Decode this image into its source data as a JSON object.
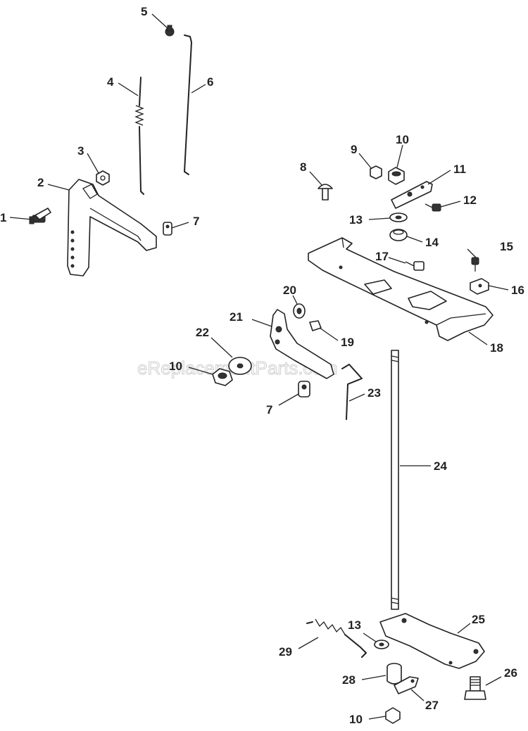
{
  "watermark": "eReplacementParts.com",
  "callouts": [
    {
      "id": "c1",
      "num": "1"
    },
    {
      "id": "c2",
      "num": "2"
    },
    {
      "id": "c3",
      "num": "3"
    },
    {
      "id": "c4",
      "num": "4"
    },
    {
      "id": "c5",
      "num": "5"
    },
    {
      "id": "c6",
      "num": "6"
    },
    {
      "id": "c7a",
      "num": "7"
    },
    {
      "id": "c8",
      "num": "8"
    },
    {
      "id": "c9",
      "num": "9"
    },
    {
      "id": "c10a",
      "num": "10"
    },
    {
      "id": "c11",
      "num": "11"
    },
    {
      "id": "c12",
      "num": "12"
    },
    {
      "id": "c13a",
      "num": "13"
    },
    {
      "id": "c14",
      "num": "14"
    },
    {
      "id": "c15",
      "num": "15"
    },
    {
      "id": "c16",
      "num": "16"
    },
    {
      "id": "c17",
      "num": "17"
    },
    {
      "id": "c18",
      "num": "18"
    },
    {
      "id": "c19",
      "num": "19"
    },
    {
      "id": "c20",
      "num": "20"
    },
    {
      "id": "c21",
      "num": "21"
    },
    {
      "id": "c22",
      "num": "22"
    },
    {
      "id": "c10b",
      "num": "10"
    },
    {
      "id": "c7b",
      "num": "7"
    },
    {
      "id": "c23",
      "num": "23"
    },
    {
      "id": "c24",
      "num": "24"
    },
    {
      "id": "c25",
      "num": "25"
    },
    {
      "id": "c13b",
      "num": "13"
    },
    {
      "id": "c29",
      "num": "29"
    },
    {
      "id": "c28",
      "num": "28"
    },
    {
      "id": "c26",
      "num": "26"
    },
    {
      "id": "c27",
      "num": "27"
    },
    {
      "id": "c10c",
      "num": "10"
    }
  ]
}
